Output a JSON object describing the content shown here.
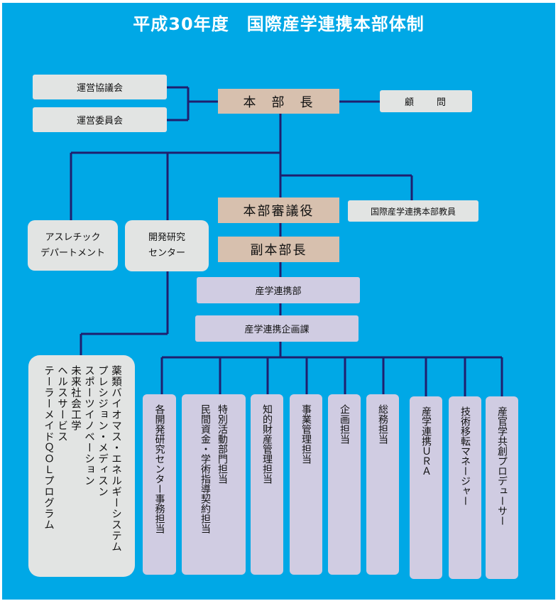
{
  "title": "平成30年度　国際産学連携本部体制",
  "top_left": {
    "council": "運営協議会",
    "committee": "運営委員会"
  },
  "head": "本　部　長",
  "advisor": "顧　　問",
  "council_member": "本部審議役",
  "intl_faculty": "国際産学連携本部教員",
  "deputy": "副本部長",
  "dept": "産学連携部",
  "planning": "産学連携企画課",
  "athletic": "アスレチック\nデパートメント",
  "rnd_center": "開発研究\nセンター",
  "programs": [
    "薬類バイオマス・エネルギーシステム",
    "プレシジョン・メディスン",
    "スポーツイノベーション",
    "未来社会工学",
    "ヘルスサービス",
    "テーラーメイドＱＯＬプログラム"
  ],
  "units": [
    {
      "lines": [
        "各開発研究センター事務担当"
      ]
    },
    {
      "lines": [
        "特別活動部門担当",
        "民間資金・学術指導契約担当"
      ]
    },
    {
      "lines": [
        "知的財産管理担当"
      ]
    },
    {
      "lines": [
        "事業管理担当"
      ]
    },
    {
      "lines": [
        "企画担当"
      ]
    },
    {
      "lines": [
        "総務担当"
      ]
    },
    {
      "lines": [
        "産学連携ＵＲＡ"
      ]
    },
    {
      "lines": [
        "技術移転マネージャー"
      ]
    },
    {
      "lines": [
        "産官学共創プロデューサー"
      ]
    }
  ],
  "colors": {
    "frame": "#00a8e6",
    "line": "#1f1f6e",
    "gray": "#e2e4e3",
    "tan": "#d7c0ae",
    "lavender": "#d0cce2"
  }
}
